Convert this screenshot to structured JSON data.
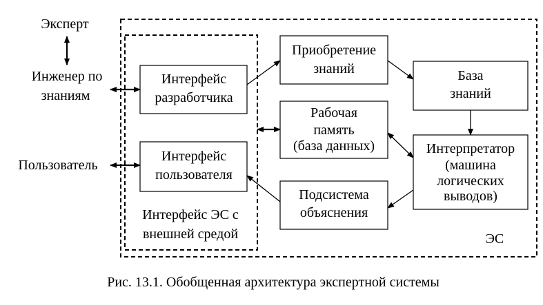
{
  "labels": {
    "expert": "Эксперт",
    "engineer_line1": "Инженер по",
    "engineer_line2": "знаниям",
    "user": "Пользователь",
    "es": "ЭС",
    "interface_es_line1": "Интерфейс ЭС с",
    "interface_es_line2": "внешней средой"
  },
  "boxes": {
    "dev_interface": [
      "Интерфейс",
      "разработчика"
    ],
    "user_interface": [
      "Интерфейс",
      "пользователя"
    ],
    "acquisition": [
      "Приобретение",
      "знаний"
    ],
    "working_memory": [
      "Рабочая",
      "память",
      "(база данных)"
    ],
    "explanation": [
      "Подсистема",
      "объяснения"
    ],
    "knowledge_base": [
      "База",
      "знаний"
    ],
    "interpreter": [
      "Интерпретатор",
      "(машина",
      "логических",
      "выводов)"
    ]
  },
  "caption": "Рис. 13.1. Обобщенная архитектура экспертной системы"
}
